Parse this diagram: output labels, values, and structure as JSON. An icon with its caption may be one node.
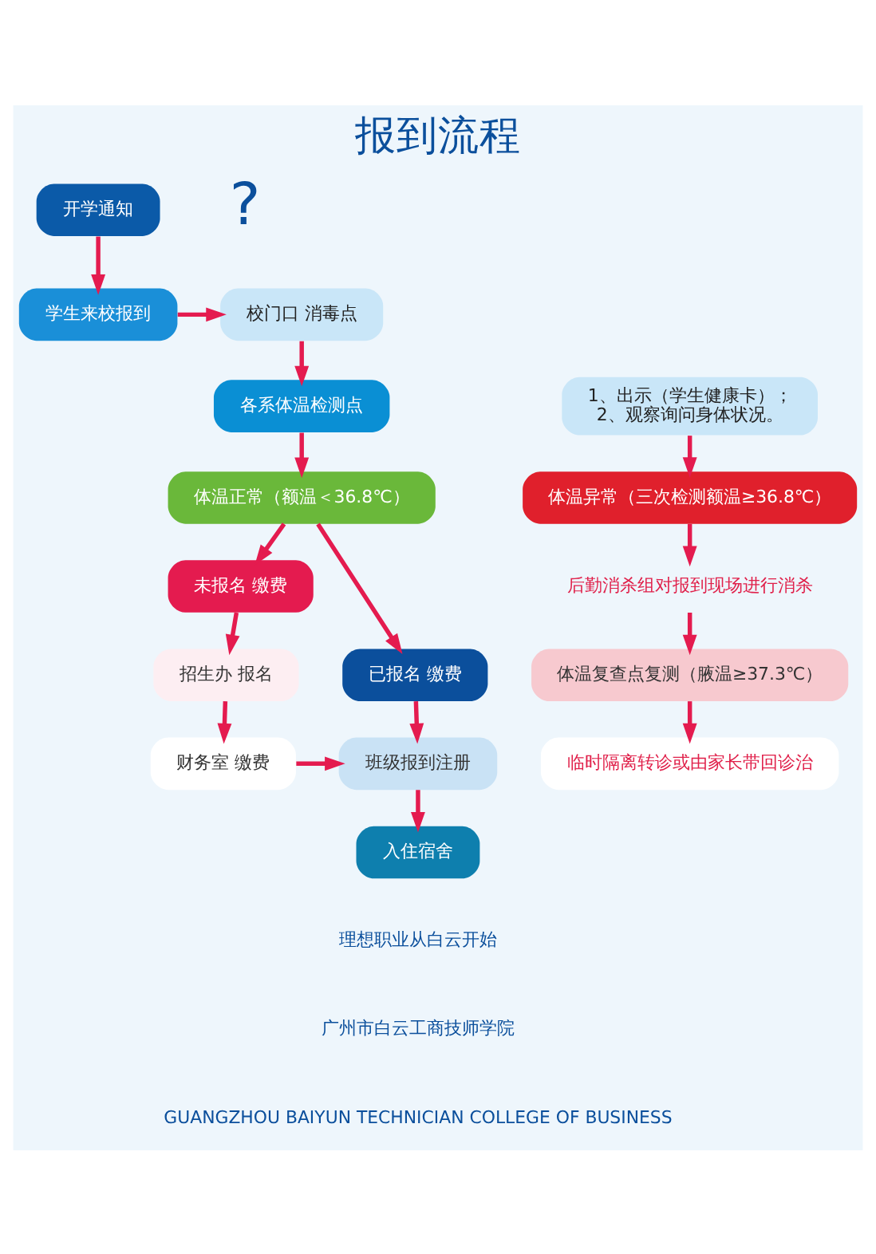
{
  "diagram": {
    "title": "报到流程",
    "nodes": [
      {
        "text": [
          "开学通知"
        ]
      },
      {
        "text": [
          "学生来校报到"
        ]
      },
      {
        "text": [
          "校门口 消毒点"
        ]
      },
      {
        "text": [
          "1、出示（学生健康卡）；",
          "2、观察询问身体状况。"
        ]
      },
      {
        "text": [
          "各系体温检测点"
        ]
      },
      {
        "text": [
          "体温异常（三次检测额温≥36.8℃）"
        ]
      },
      {
        "text": [
          "体温正常（额温＜36.8℃）"
        ]
      },
      {
        "text": [
          "后勤消杀组对报到现场进行消杀"
        ]
      },
      {
        "text": [
          "体温复查点复测（腋温≥37.3℃）"
        ]
      },
      {
        "text": [
          "临时隔离转诊或由家长带回诊治"
        ]
      },
      {
        "text": [
          "未报名 缴费"
        ]
      },
      {
        "text": [
          "已报名 缴费"
        ]
      },
      {
        "text": [
          "招生办 报名"
        ]
      },
      {
        "text": [
          "财务室 缴费"
        ]
      },
      {
        "text": [
          "班级报到注册"
        ]
      },
      {
        "text": [
          "入住宿舍"
        ]
      }
    ],
    "edges": [
      {
        "from": 0,
        "to": 1,
        "arrow": "to"
      },
      {
        "from": 1,
        "to": 2,
        "arrow": "to"
      },
      {
        "from": 2,
        "to": 4,
        "arrow": "to"
      },
      {
        "from": 3,
        "to": 5,
        "arrow": "to"
      },
      {
        "from": 4,
        "to": 6,
        "arrow": "to"
      },
      {
        "from": 5,
        "to": 7,
        "arrow": "to"
      },
      {
        "from": 7,
        "to": 8,
        "arrow": "to"
      },
      {
        "from": 8,
        "to": 9,
        "arrow": "to"
      },
      {
        "from": 6,
        "to": 10,
        "arrow": "to"
      },
      {
        "from": 6,
        "to": 11,
        "arrow": "to"
      },
      {
        "from": 10,
        "to": 12,
        "arrow": "to"
      },
      {
        "from": 12,
        "to": 13,
        "arrow": "to"
      },
      {
        "from": 13,
        "to": 14,
        "arrow": "to"
      },
      {
        "from": 11,
        "to": 14,
        "arrow": "to"
      },
      {
        "from": 14,
        "to": 15,
        "arrow": "to"
      }
    ],
    "labels": [
      "?",
      "理想职业从白云开始",
      "广州市白云工商技师学院",
      "GUANGZHOU BAIYUN TECHNICIAN COLLEGE OF BUSINESS"
    ]
  }
}
